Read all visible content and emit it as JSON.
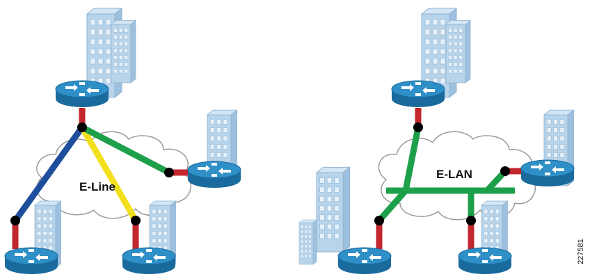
{
  "diagrams": {
    "eline": {
      "label": "E-Line"
    },
    "elan": {
      "label": "E-LAN"
    }
  },
  "figure_id": "227581",
  "colors": {
    "building_face": "#b8d4ea",
    "building_side": "#9cc0dd",
    "building_window": "#e6f1fa",
    "building_outline": "#8fb3d1",
    "router_top": "#2f8fc7",
    "router_side": "#1a6a9e",
    "router_arrow": "#ffffff",
    "cloud_outline": "#9a9a9a",
    "access_link": "#c1272d",
    "node": "#000000",
    "evc_blue": "#1f4e9c",
    "evc_yellow": "#f2e01f",
    "evc_green": "#1ea04b"
  },
  "icons": [
    "building-icon",
    "router-icon",
    "cloud-icon"
  ]
}
